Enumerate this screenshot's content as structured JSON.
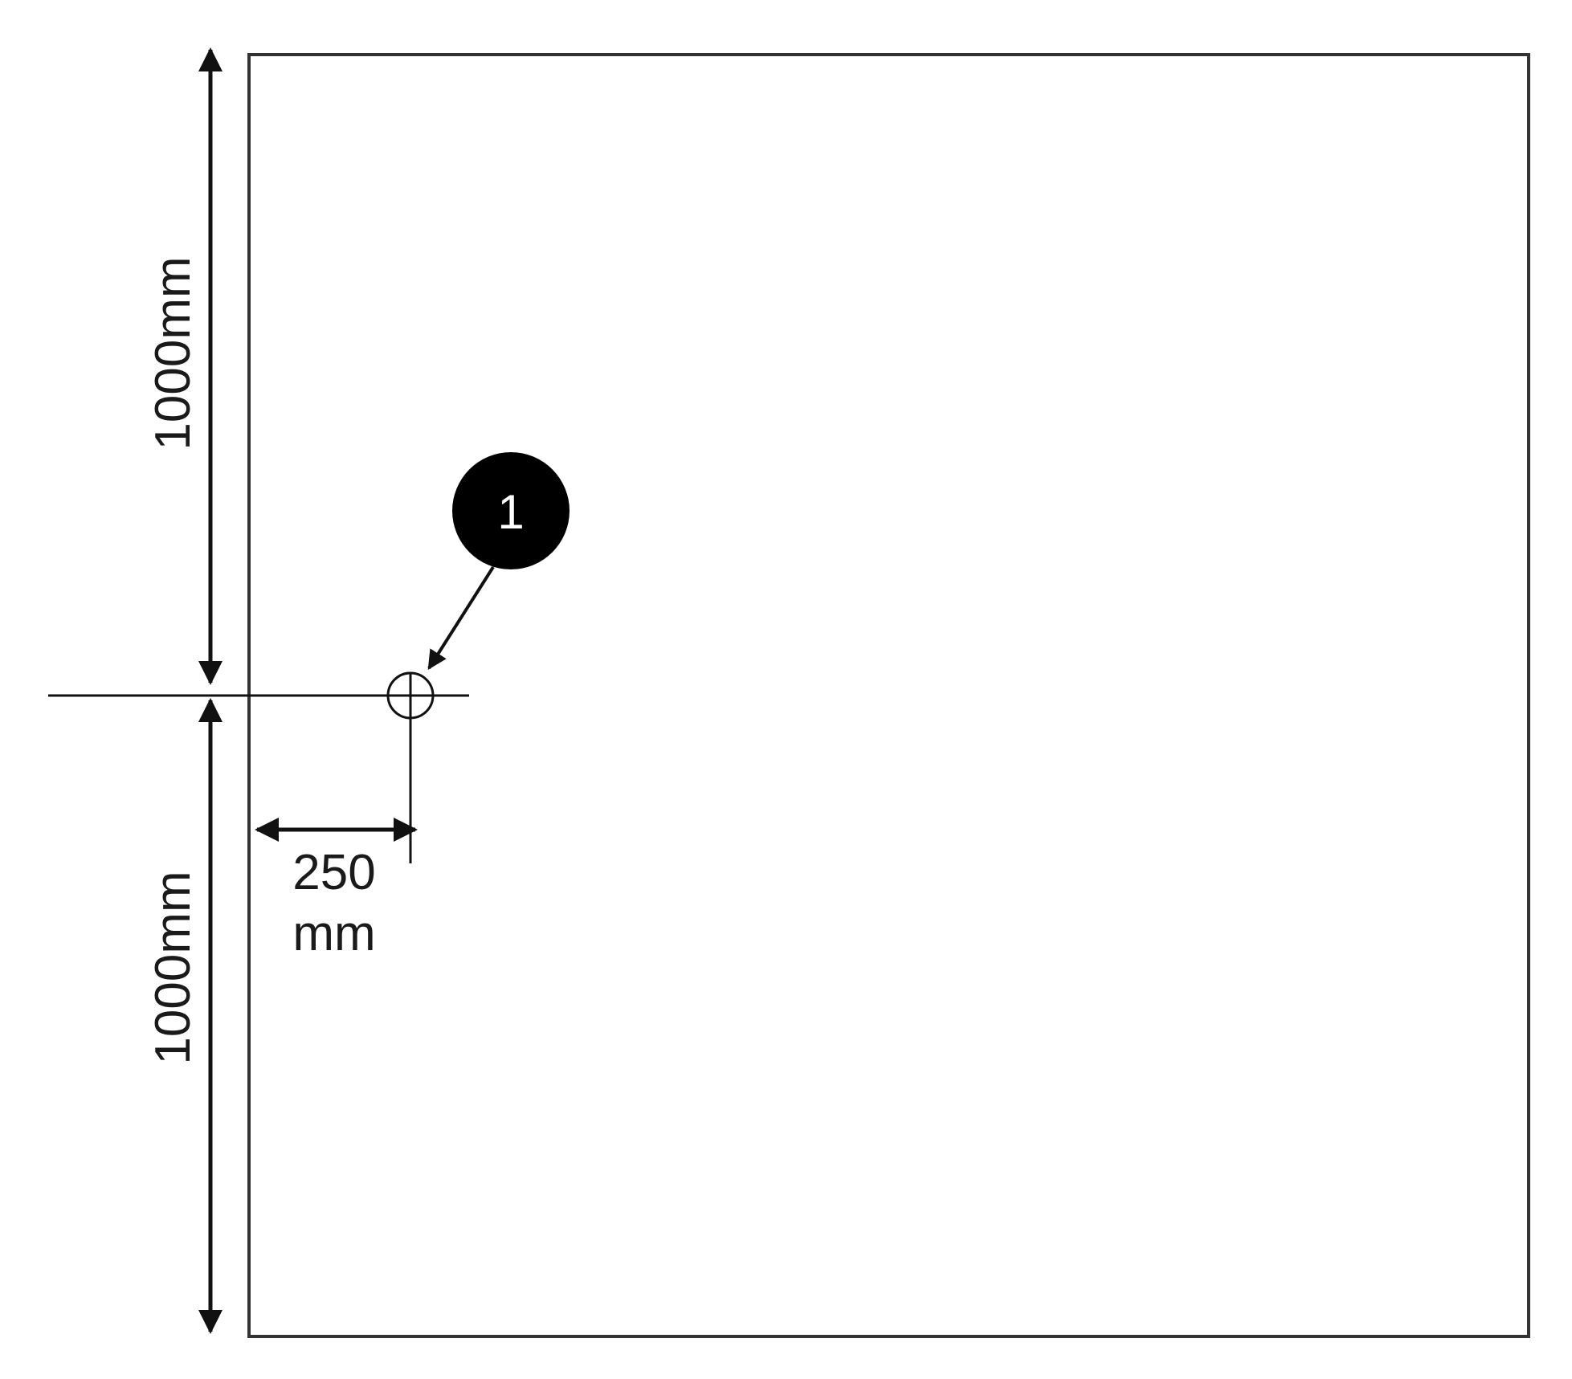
{
  "dimensions": {
    "top_vertical": {
      "value": 1000,
      "label": "1000mm"
    },
    "bottom_vertical": {
      "value": 1000,
      "label": "1000mm"
    },
    "horizontal_offset": {
      "value": 250,
      "label_line1": "250",
      "label_line2": "mm"
    }
  },
  "callout": {
    "number": "1"
  },
  "colors": {
    "line": "#111111",
    "panel_border": "#333333",
    "callout_fill": "#000000",
    "callout_text": "#ffffff"
  }
}
